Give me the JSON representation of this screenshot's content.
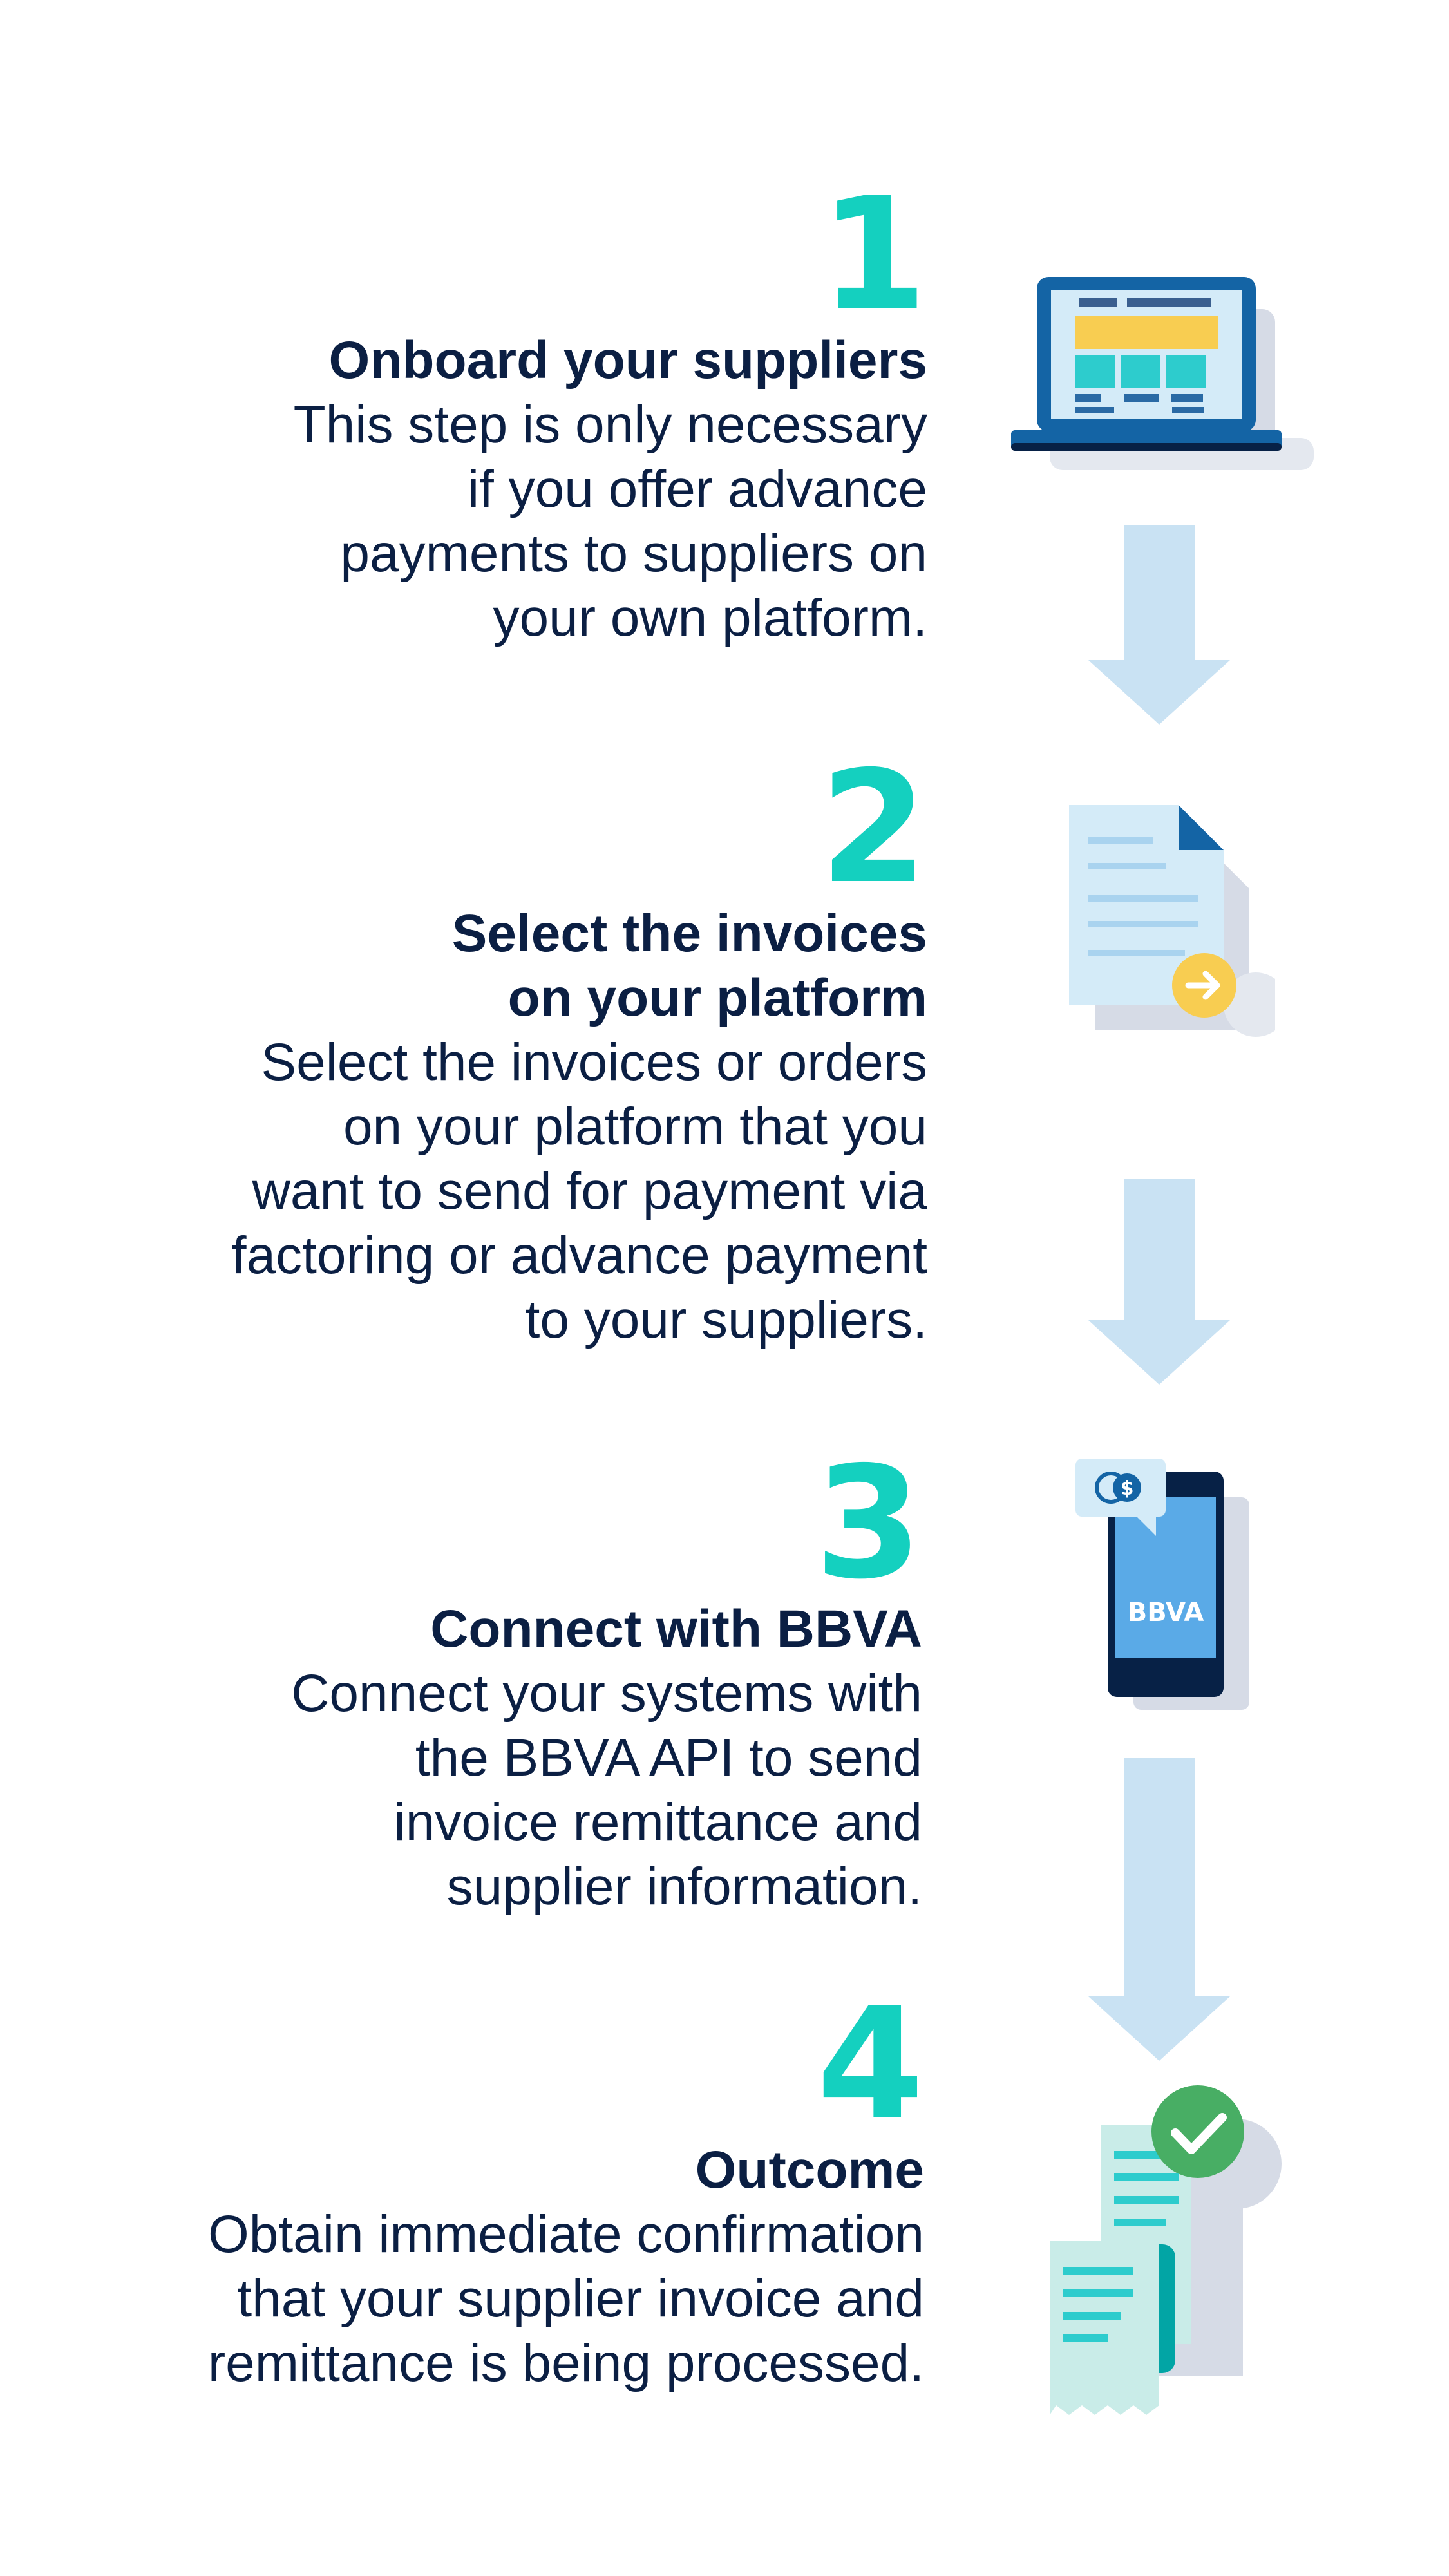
{
  "colors": {
    "number": "#14d0bf",
    "text": "#0b1f43",
    "arrow": "#c9e2f3",
    "device_dark": "#1464a5",
    "device_navy": "#072146",
    "accent_yellow": "#f8cd51",
    "accent_teal": "#2dcccd",
    "success_green": "#48ae64"
  },
  "steps": [
    {
      "number": "1",
      "title": "Onboard your suppliers",
      "description": "This step is only necessary\nif you offer advance\npayments to suppliers on\nyour own platform.",
      "icon": "laptop-icon"
    },
    {
      "number": "2",
      "title": "Select the invoices\non your platform",
      "description": "Select the invoices or orders\non your platform that you\nwant to send for payment via\nfactoring or advance payment\nto your suppliers.",
      "icon": "document-send-icon"
    },
    {
      "number": "3",
      "title": "Connect with BBVA",
      "description": "Connect your systems with\nthe BBVA API to send\ninvoice remittance and\nsupplier information.",
      "icon": "phone-icon",
      "phone_logo": "BBVA"
    },
    {
      "number": "4",
      "title": "Outcome",
      "description": "Obtain immediate confirmation\nthat your supplier invoice and\nremittance is being processed.",
      "icon": "receipt-check-icon"
    }
  ]
}
